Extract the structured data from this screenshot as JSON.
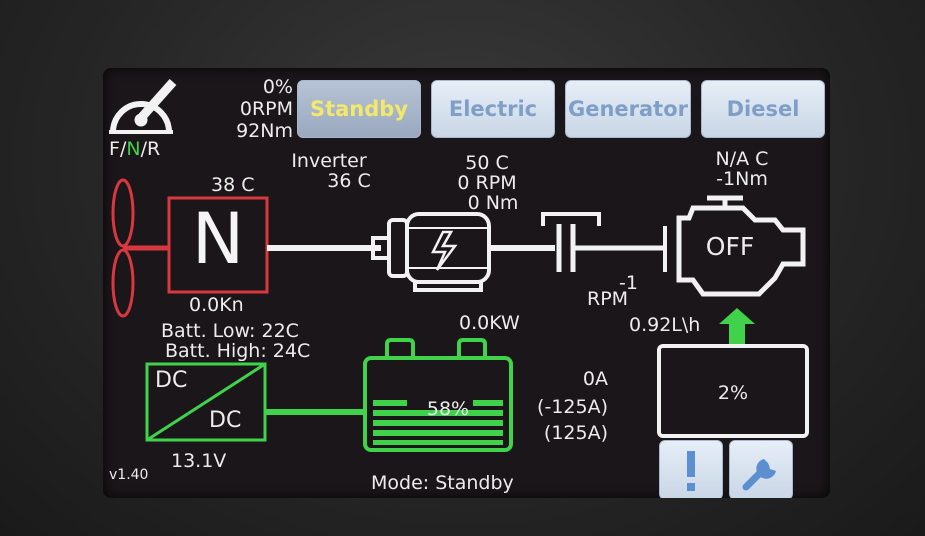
{
  "header": {
    "throttle_pct": "0%",
    "rpm": "0RPM",
    "torque": "92Nm",
    "fnr": [
      "F",
      "/",
      "N",
      "/",
      "R"
    ]
  },
  "tabs": [
    {
      "label": "Standby",
      "active": true
    },
    {
      "label": "Electric",
      "active": false
    },
    {
      "label": "Generator",
      "active": false
    },
    {
      "label": "Diesel",
      "active": false
    }
  ],
  "inverter": {
    "label": "Inverter",
    "temp": "36 C"
  },
  "propulsion": {
    "temp": "38 C",
    "gear": "N",
    "thrust": "0.0Kn"
  },
  "motor": {
    "temp": "50 C",
    "rpm": "0 RPM",
    "torque": "0 Nm",
    "power": "0.0KW"
  },
  "engine": {
    "temp": "N/A C",
    "torque": "-1Nm",
    "state": "OFF",
    "rpm_value": "-1",
    "rpm_unit": "RPM",
    "fuel_rate": "0.92L\\h"
  },
  "battery": {
    "low_label": "Batt. Low:",
    "low_temp": "22C",
    "high_label": "Batt. High:",
    "high_temp": "24C",
    "soc": "58%",
    "current": "0A",
    "current_min": "(-125A)",
    "current_max": "(125A)"
  },
  "dcdc": {
    "top": "DC",
    "bottom": "DC",
    "voltage": "13.1V"
  },
  "fuel_tank": {
    "level": "2%"
  },
  "footer": {
    "version": "v1.40",
    "mode": "Mode: Standby"
  },
  "icons": {
    "alert": "exclamation-icon",
    "service": "wrench-icon"
  },
  "colors": {
    "red": "#d8383f",
    "green": "#3fd24a",
    "active_text": "#f4e86a",
    "tab_text": "#7f9fc7"
  }
}
